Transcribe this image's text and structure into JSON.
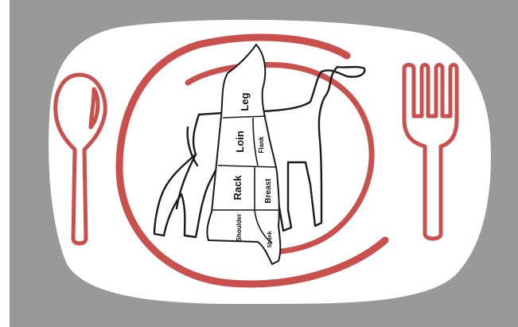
{
  "colors": {
    "page": "#ffffff",
    "backdrop": "#999999",
    "mat": "#ffffff",
    "accent": "#c9504c",
    "outline": "#1a1a1a"
  },
  "icons": {
    "utensil_left": "spoon-icon",
    "utensil_right": "fork-icon"
  },
  "cuts": {
    "leg": "Leg",
    "loin": "Loin",
    "flank": "Flank",
    "rack": "Rack",
    "breast": "Breast",
    "shoulder": "Shoulder",
    "shank": "Shank"
  }
}
